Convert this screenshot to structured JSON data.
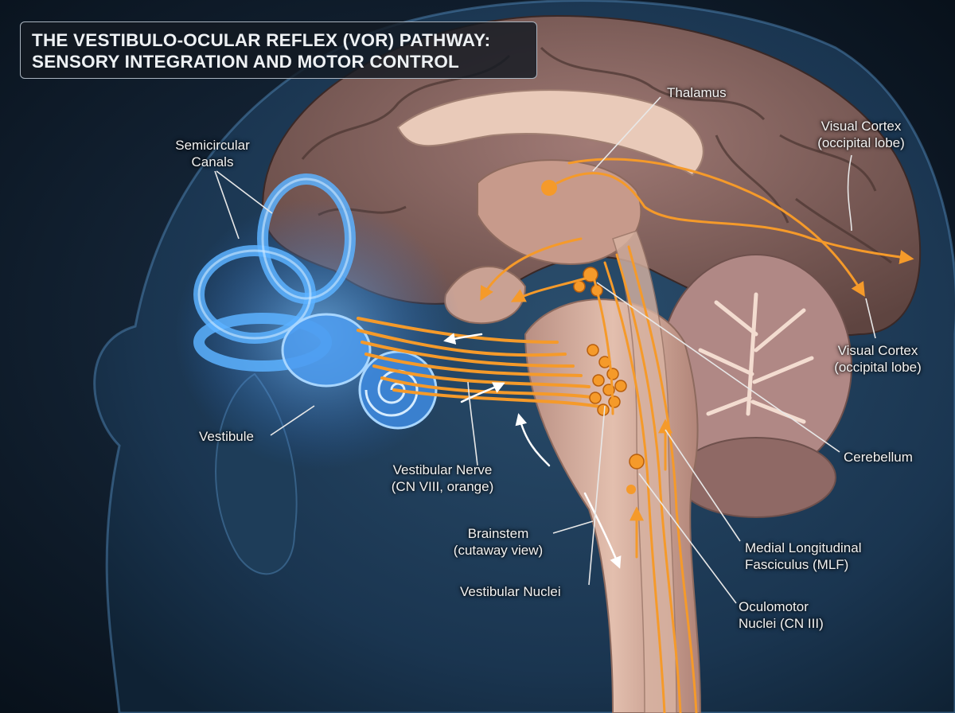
{
  "title": {
    "line1": "THE VESTIBULO-OCULAR REFLEX (VOR) PATHWAY:",
    "line2": "SENSORY INTEGRATION AND MOTOR CONTROL"
  },
  "labels": {
    "semicircular_canals": [
      "Semicircular",
      "Canals"
    ],
    "vestibule": "Vestibule",
    "thalamus": "Thalamus",
    "visual_cortex_top": [
      "Visual Cortex",
      "(occipital lobe)"
    ],
    "visual_cortex_right": [
      "Visual Cortex",
      "(occipital lobe)"
    ],
    "cerebellum": "Cerebellum",
    "vestibular_nerve": [
      "Vestibular Nerve",
      "(CN VIII, orange)"
    ],
    "brainstem": [
      "Brainstem",
      "(cutaway view)"
    ],
    "vestibular_nuclei": "Vestibular Nuclei",
    "mlf": [
      "Medial Longitudinal",
      "Fasciculus (MLF)"
    ],
    "oculomotor": [
      "Oculomotor",
      "Nuclei (CN III)"
    ]
  },
  "colors": {
    "background": "#0b1724",
    "head_silhouette": "#1c3a55",
    "inner_ear": "#4aa8ff",
    "brain": "#8a6561",
    "nerve": "#f59a2a",
    "cerebellum": "#b08885"
  }
}
